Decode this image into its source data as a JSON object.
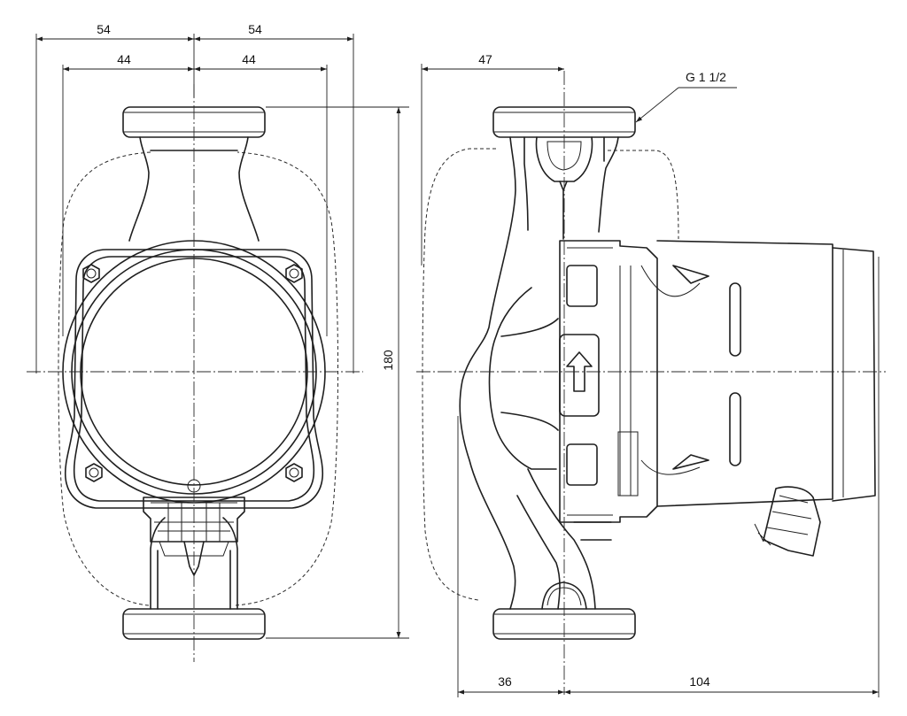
{
  "dimensions": {
    "left_half_outer": "54",
    "right_half_outer": "54",
    "left_half_inner": "44",
    "right_half_inner": "44",
    "side_top": "47",
    "height": "180",
    "side_bottom_left": "36",
    "side_bottom_right": "104"
  },
  "thread_label": "G 1 1/2"
}
